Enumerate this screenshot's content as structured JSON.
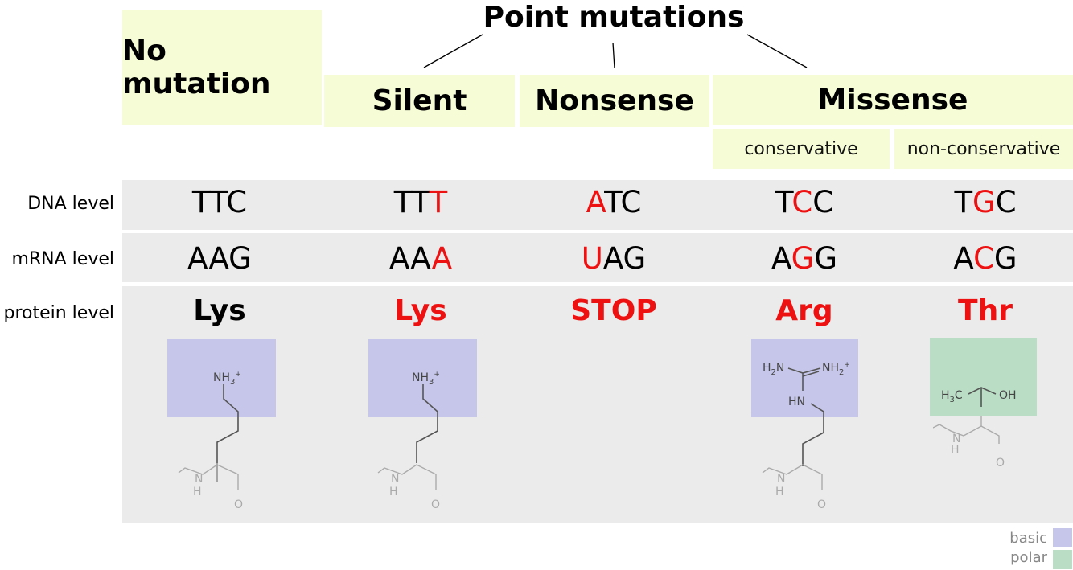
{
  "header": {
    "title": "Point mutations",
    "no_mutation": "No mutation",
    "silent": "Silent",
    "nonsense": "Nonsense",
    "missense": "Missense",
    "conservative": "conservative",
    "non_conservative": "non-conservative"
  },
  "rows": {
    "dna": "DNA level",
    "mrna": "mRNA level",
    "protein": "protein level"
  },
  "columns": [
    {
      "dna": [
        {
          "t": "TTC",
          "m": false
        }
      ],
      "mrna": [
        {
          "t": "AAG",
          "m": false
        }
      ],
      "aa": "Lys",
      "changed": false,
      "side": "basic"
    },
    {
      "dna": [
        {
          "t": "TT",
          "m": false
        },
        {
          "t": "T",
          "m": true
        }
      ],
      "mrna": [
        {
          "t": "AA",
          "m": false
        },
        {
          "t": "A",
          "m": true
        }
      ],
      "aa": "Lys",
      "changed": true,
      "side": "basic"
    },
    {
      "dna": [
        {
          "t": "A",
          "m": true
        },
        {
          "t": "TC",
          "m": false
        }
      ],
      "mrna": [
        {
          "t": "U",
          "m": true
        },
        {
          "t": "AG",
          "m": false
        }
      ],
      "aa": "STOP",
      "changed": true,
      "side": null
    },
    {
      "dna": [
        {
          "t": "T",
          "m": false
        },
        {
          "t": "C",
          "m": true
        },
        {
          "t": "C",
          "m": false
        }
      ],
      "mrna": [
        {
          "t": "A",
          "m": false
        },
        {
          "t": "G",
          "m": true
        },
        {
          "t": "G",
          "m": false
        }
      ],
      "aa": "Arg",
      "changed": true,
      "side": "basic"
    },
    {
      "dna": [
        {
          "t": "T",
          "m": false
        },
        {
          "t": "G",
          "m": true
        },
        {
          "t": "C",
          "m": false
        }
      ],
      "mrna": [
        {
          "t": "A",
          "m": false
        },
        {
          "t": "C",
          "m": true
        },
        {
          "t": "G",
          "m": false
        }
      ],
      "aa": "Thr",
      "changed": true,
      "side": "polar"
    }
  ],
  "molecule_labels": {
    "nh3": "NH3+",
    "nh": "N",
    "h": "H",
    "o": "O",
    "h2n": "H2N",
    "nh2": "NH2+",
    "hn": "HN",
    "h3c": "H3C",
    "oh": "OH"
  },
  "legend": {
    "basic": "basic",
    "polar": "polar"
  },
  "colors": {
    "box": "#f6fcd6",
    "band": "#ebebeb",
    "mutation": "#ee1111",
    "basic": "#c5c6ea",
    "polar": "#b9dec5"
  }
}
